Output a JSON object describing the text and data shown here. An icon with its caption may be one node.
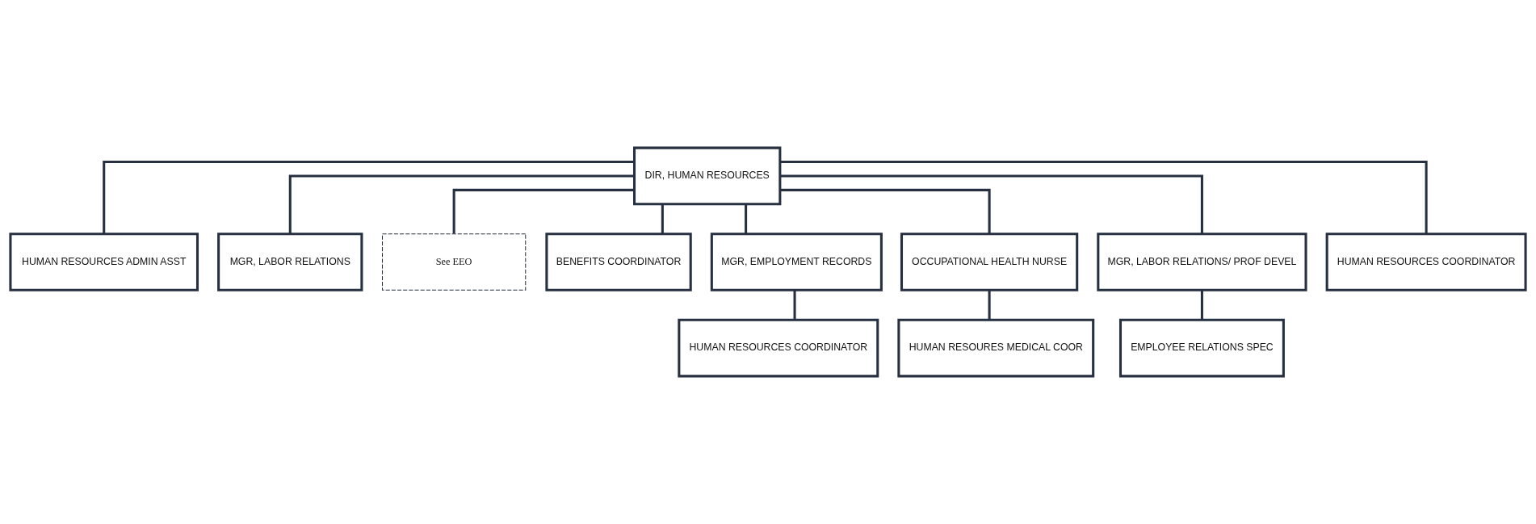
{
  "diagram": {
    "nodes": [
      {
        "text": [
          "DIR, HUMAN RESOURCES"
        ]
      },
      {
        "text": [
          "HUMAN RESOURCES ADMIN ASST"
        ]
      },
      {
        "text": [
          "MGR, LABOR RELATIONS"
        ]
      },
      {
        "text": [
          "See EEO"
        ]
      },
      {
        "text": [
          "BENEFITS COORDINATOR"
        ]
      },
      {
        "text": [
          "MGR, EMPLOYMENT RECORDS"
        ]
      },
      {
        "text": [
          "OCCUPATIONAL HEALTH NURSE"
        ]
      },
      {
        "text": [
          "MGR, LABOR RELATIONS/ PROF DEVEL"
        ]
      },
      {
        "text": [
          "HUMAN RESOURCES COORDINATOR"
        ]
      },
      {
        "text": [
          "HUMAN RESOURCES COORDINATOR"
        ]
      },
      {
        "text": [
          "HUMAN RESOURES MEDICAL COOR"
        ]
      },
      {
        "text": [
          "EMPLOYEE RELATIONS SPEC"
        ]
      }
    ],
    "edges": [
      {
        "from": 0,
        "to": 1,
        "arrow": "none"
      },
      {
        "from": 0,
        "to": 2,
        "arrow": "none"
      },
      {
        "from": 0,
        "to": 3,
        "arrow": "none"
      },
      {
        "from": 0,
        "to": 4,
        "arrow": "none"
      },
      {
        "from": 0,
        "to": 5,
        "arrow": "none"
      },
      {
        "from": 0,
        "to": 6,
        "arrow": "none"
      },
      {
        "from": 0,
        "to": 7,
        "arrow": "none"
      },
      {
        "from": 0,
        "to": 8,
        "arrow": "none"
      },
      {
        "from": 5,
        "to": 9,
        "arrow": "none"
      },
      {
        "from": 6,
        "to": 10,
        "arrow": "none"
      },
      {
        "from": 7,
        "to": 11,
        "arrow": "none"
      }
    ]
  }
}
